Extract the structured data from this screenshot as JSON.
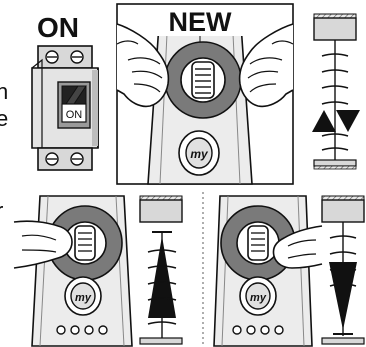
{
  "headings": {
    "power": "ON",
    "remote": "NEW"
  },
  "breaker": {
    "switch_label": "ON"
  },
  "remote": {
    "my_button_label": "my",
    "led_count": 4
  },
  "clipped_text": {
    "top_left_line1": "n",
    "top_left_line2": "e",
    "bottom_left": "r"
  },
  "panels": [
    {
      "id": "1",
      "description_name": "power-on"
    },
    {
      "id": "2",
      "description_name": "press-up-and-down"
    },
    {
      "id": "3",
      "description_name": "jog-up"
    },
    {
      "id": "4",
      "description_name": "jog-down"
    }
  ],
  "colors": {
    "ink": "#111111",
    "remote_body": "#ececec",
    "wheel_ring": "#7a7a7a",
    "breaker_body": "#e4e4e4",
    "shade_fill": "#d8d8d8"
  }
}
